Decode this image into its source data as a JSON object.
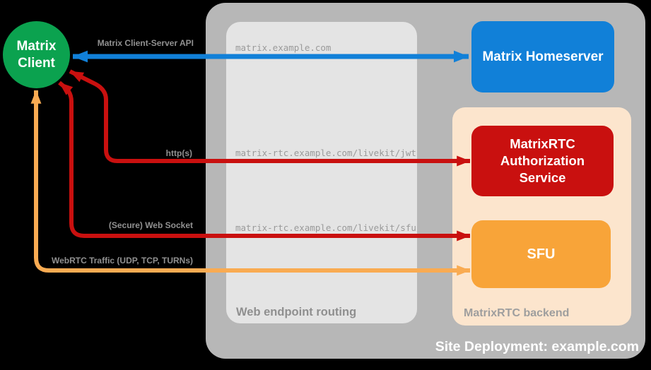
{
  "colors": {
    "background": "#000000",
    "client_green": "#0ba24f",
    "homeserver_blue": "#1180d8",
    "rtc_red": "#c9100f",
    "sfu_orange": "#f8a439",
    "webrtc_orange": "#f9ab52",
    "backend_peach": "#fce5cd",
    "site_gray": "#b7b7b7",
    "routing_gray": "#e4e4e4",
    "label_gray": "#919191",
    "text_white": "#ffffff"
  },
  "containers": {
    "site": {
      "label": "Site Deployment: example.com"
    },
    "routing": {
      "label": "Web endpoint routing"
    },
    "backend": {
      "label": "MatrixRTC backend"
    }
  },
  "nodes": {
    "client": {
      "label": "Matrix Client"
    },
    "homeserver": {
      "label": "Matrix Homeserver"
    },
    "auth": {
      "label": "MatrixRTC Authorization Service"
    },
    "sfu": {
      "label": "SFU"
    }
  },
  "edges": {
    "api": {
      "label": "Matrix Client-Server API",
      "route": "matrix.example.com"
    },
    "http": {
      "label": "http(s)",
      "route": "matrix-rtc.example.com/livekit/jwt"
    },
    "ws": {
      "label": "(Secure) Web Socket",
      "route": "matrix-rtc.example.com/livekit/sfu"
    },
    "webrtc": {
      "label": "WebRTC Traffic (UDP, TCP, TURNs)"
    }
  }
}
